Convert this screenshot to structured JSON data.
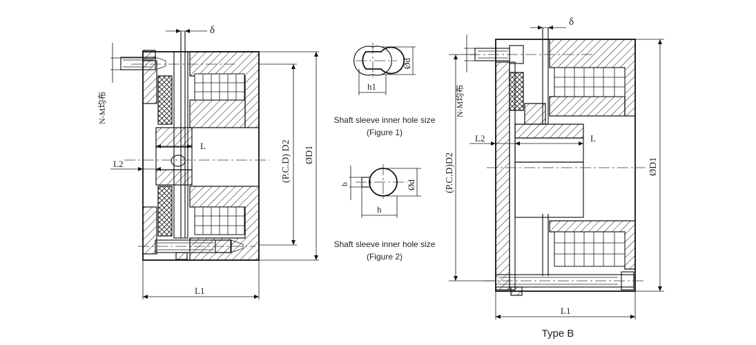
{
  "labels": {
    "delta": "δ",
    "nm": "N-M均布",
    "l": "L",
    "l2": "L2",
    "l1": "L1",
    "pcd_d2_left": "(P.C.D) D2",
    "pcd_d2_right": "(P.C.D)D2",
    "od1": "ØD1",
    "h1": "h1",
    "od": "Ød",
    "b": "b",
    "h": "h"
  },
  "figure1": {
    "caption": "Shaft sleeve inner hole size",
    "sub": "(Figure 1)"
  },
  "figure2": {
    "caption": "Shaft sleeve inner hole size",
    "sub": "(Figure 2)"
  },
  "type_b": "Type B"
}
